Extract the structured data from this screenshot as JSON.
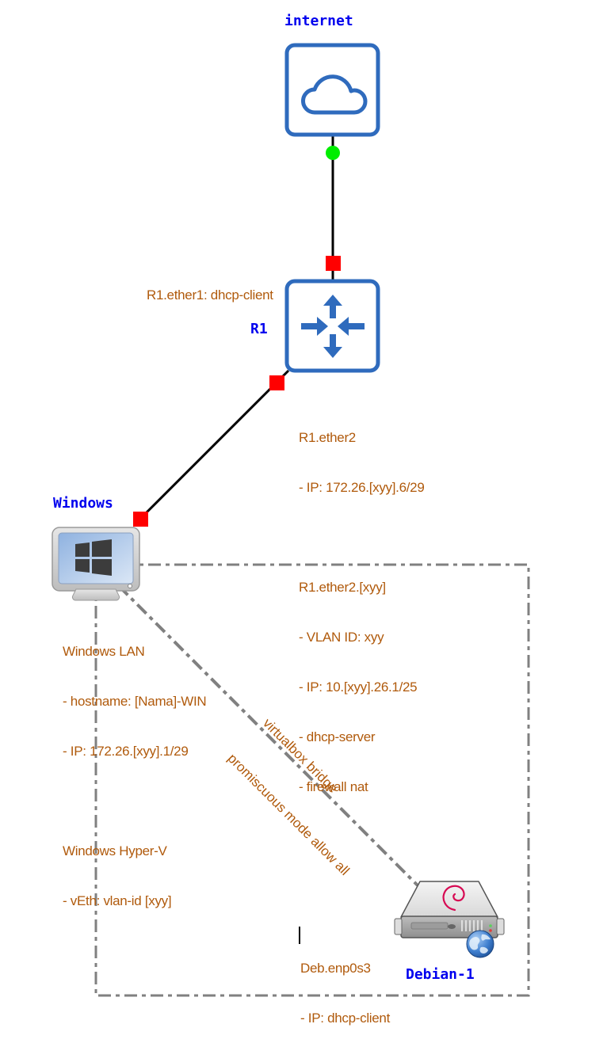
{
  "nodes": {
    "internet": {
      "label": "internet",
      "icon": "cloud-icon"
    },
    "r1": {
      "label": "R1",
      "icon": "router-icon"
    },
    "windows": {
      "label": "Windows",
      "icon": "windows-monitor-icon"
    },
    "debian": {
      "label": "Debian-1",
      "icon": "debian-server-icon"
    }
  },
  "links": [
    {
      "from": "internet",
      "to": "R1",
      "style": "solid",
      "from_status": "up (green)",
      "to_status": "down (red)"
    },
    {
      "from": "R1",
      "to": "Windows",
      "style": "solid",
      "from_status": "down (red)",
      "to_status": "down (red)"
    },
    {
      "from": "Windows",
      "to": "Debian-1",
      "style": "dash-dot"
    }
  ],
  "notes": {
    "r1_ether1": [
      "R1.ether1: dhcp-client"
    ],
    "r1_ether2": [
      "R1.ether2",
      "- IP: 172.26.[xyy].6/29",
      "",
      "R1.ether2.[xyy]",
      "- VLAN ID: xyy",
      "- IP: 10.[xyy].26.1/25",
      "- dhcp-server",
      "- firewall nat"
    ],
    "windows": [
      "Windows LAN",
      "- hostname: [Nama]-WIN",
      "- IP: 172.26.[xyy].1/29",
      "",
      "Windows Hyper-V",
      "- vEth: vlan-id [xyy]"
    ],
    "bridge": [
      "virtualbox bridge",
      "promiscuous mode allow all"
    ],
    "debian": [
      "Deb.enp0s3",
      "- IP: dhcp-client"
    ]
  },
  "colors": {
    "node_label": "#0000ee",
    "note_text": "#b05a0c",
    "icon_blue": "#2f6bbd",
    "link": "#000000",
    "status_up": "#00ee00",
    "status_down": "#ff0000",
    "group_border": "#808080"
  }
}
